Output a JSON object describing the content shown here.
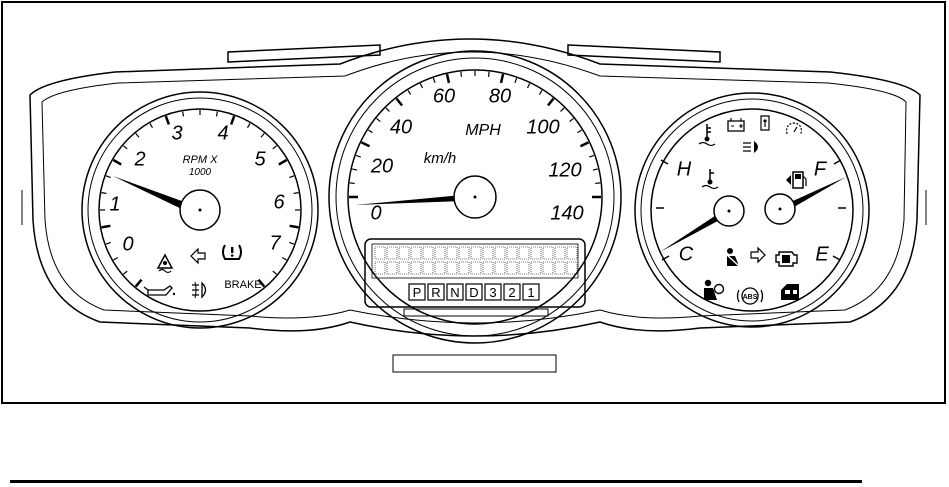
{
  "tachometer": {
    "numerals": [
      "0",
      "1",
      "2",
      "3",
      "4",
      "5",
      "6",
      "7"
    ],
    "unit_line1": "RPM X",
    "unit_line2": "1000",
    "brake_label": "BRAKE",
    "indicator_icons": [
      "traction-control-icon",
      "left-turn-signal-icon",
      "tire-pressure-icon",
      "oil-pressure-icon",
      "fog-lamp-icon"
    ]
  },
  "speedometer": {
    "mph_numerals": [
      "0",
      "20",
      "40",
      "60",
      "80",
      "100",
      "120",
      "140"
    ],
    "mph_label": "MPH",
    "kmh_label": "km/h",
    "odometer_display": "lcd-dot-matrix-display",
    "gear_indicator": [
      "P",
      "R",
      "N",
      "D",
      "3",
      "2",
      "1"
    ]
  },
  "temperature_gauge": {
    "hot_label": "H",
    "cold_label": "C",
    "indicator_icons": [
      "coolant-temperature-icon",
      "battery-icon",
      "security-icon",
      "service-vehicle-icon",
      "high-beam-icon"
    ]
  },
  "fuel_gauge": {
    "full_label": "F",
    "empty_label": "E",
    "indicator_icons": [
      "fuel-pump-icon",
      "seatbelt-icon",
      "right-turn-signal-icon",
      "check-engine-icon",
      "airbag-icon",
      "abs-icon",
      "door-ajar-icon"
    ]
  }
}
